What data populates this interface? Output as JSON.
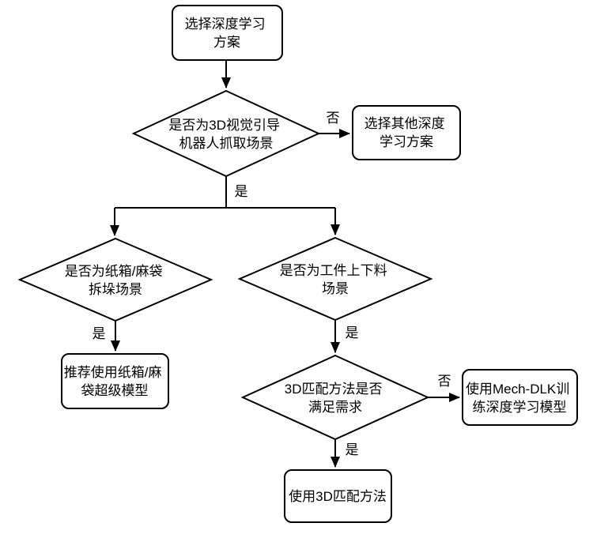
{
  "nodes": {
    "start": {
      "line1": "选择深度学习",
      "line2": "方案"
    },
    "decision_3d_vision": {
      "line1": "是否为3D视觉引导",
      "line2": "机器人抓取场景"
    },
    "other_solution": {
      "line1": "选择其他深度",
      "line2": "学习方案"
    },
    "decision_depalletizing": {
      "line1": "是否为纸箱/麻袋",
      "line2": "拆垛场景"
    },
    "super_model": {
      "line1": "推荐使用纸箱/麻",
      "line2": "袋超级模型"
    },
    "decision_workpiece_loading": {
      "line1": "是否为工件上下料",
      "line2": "场景"
    },
    "decision_3d_matching": {
      "line1": "3D匹配方法是否",
      "line2": "满足需求"
    },
    "mech_dlk": {
      "line1": "使用Mech-DLK训",
      "line2": "练深度学习模型"
    },
    "use_3d_matching": {
      "line1": "使用3D匹配方法"
    }
  },
  "edge_labels": {
    "yes": "是",
    "no": "否"
  },
  "colors": {
    "background": "#ffffff",
    "node_fill": "#ffffff",
    "stroke": "#000000",
    "text": "#000000"
  }
}
